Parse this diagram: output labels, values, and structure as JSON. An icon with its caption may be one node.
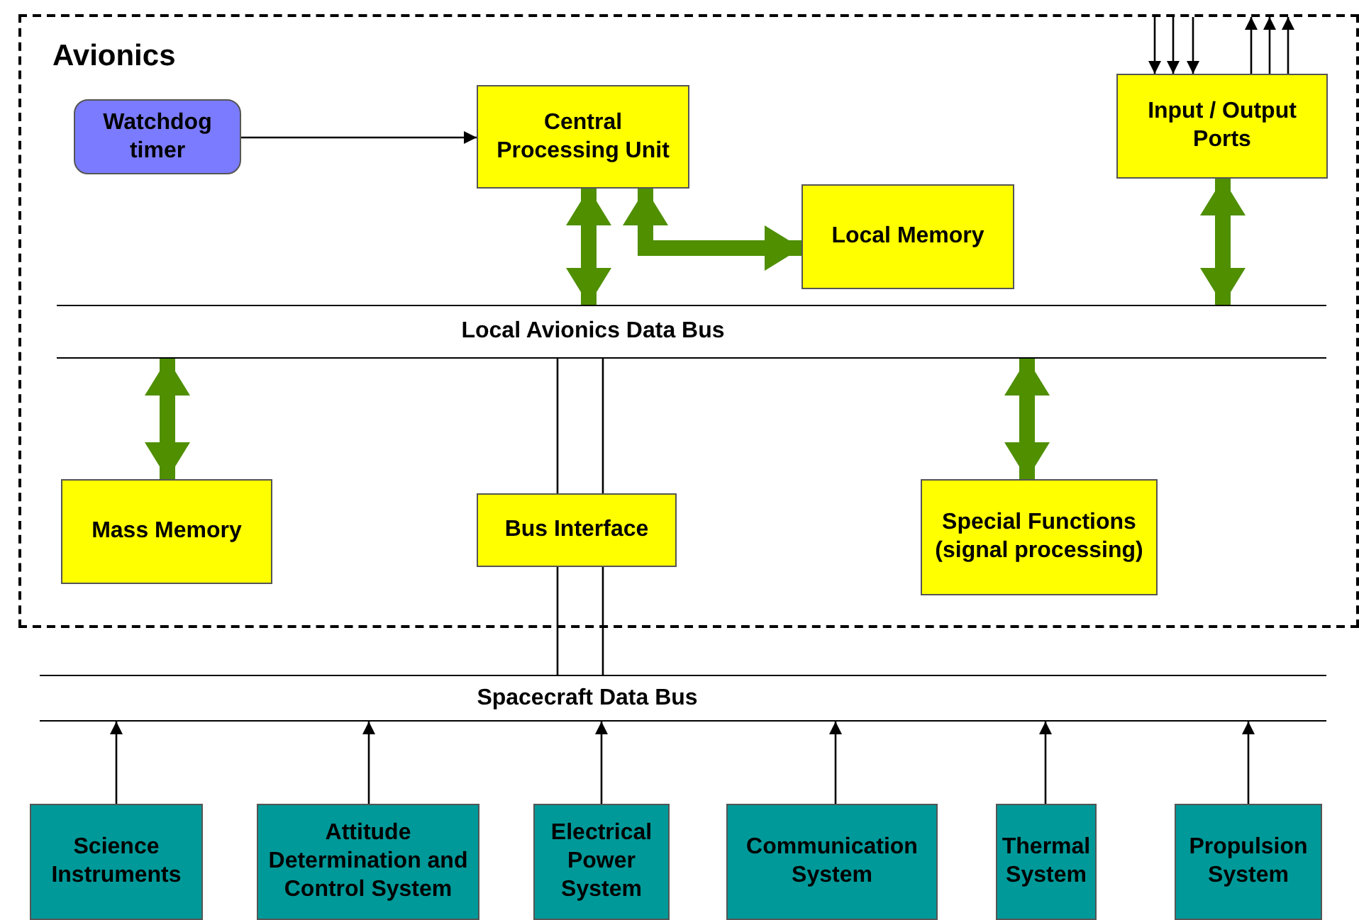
{
  "diagram": {
    "nodes": [
      {
        "text": [
          "Avionics"
        ]
      },
      {
        "text": [
          "Watchdog timer"
        ],
        "in": 0
      },
      {
        "text": [
          "Central Processing Unit"
        ],
        "in": 0
      },
      {
        "text": [
          "Local Memory"
        ],
        "in": 0
      },
      {
        "text": [
          "Input / Output Ports"
        ],
        "in": 0
      },
      {
        "text": [
          "Local Avionics Data Bus"
        ],
        "in": 0
      },
      {
        "text": [
          "Mass Memory"
        ],
        "in": 0
      },
      {
        "text": [
          "Bus Interface"
        ],
        "in": 0
      },
      {
        "text": [
          "Special Functions (signal processing)"
        ],
        "in": 0
      },
      {
        "text": [
          "Spacecraft Data Bus"
        ]
      },
      {
        "text": [
          "Science Instruments"
        ]
      },
      {
        "text": [
          "Attitude Determination and Control System"
        ]
      },
      {
        "text": [
          "Electrical Power System"
        ]
      },
      {
        "text": [
          "Communication System"
        ]
      },
      {
        "text": [
          "Thermal System"
        ]
      },
      {
        "text": [
          "Propulsion System"
        ]
      }
    ],
    "edges": [
      {
        "from": 1,
        "to": 2,
        "arrow": "to"
      },
      {
        "from": 2,
        "to": 3,
        "arrow": "both",
        "style": "thick",
        "color": "#4f8f00"
      },
      {
        "from": 2,
        "to": 5,
        "arrow": "both",
        "style": "thick",
        "color": "#4f8f00"
      },
      {
        "from": 4,
        "to": 5,
        "arrow": "both",
        "style": "thick",
        "color": "#4f8f00"
      },
      {
        "from": 5,
        "to": 6,
        "arrow": "both",
        "style": "thick",
        "color": "#4f8f00"
      },
      {
        "from": 5,
        "to": 8,
        "arrow": "both",
        "style": "thick",
        "color": "#4f8f00"
      },
      {
        "from": 5,
        "to": 7,
        "arrow": "none"
      },
      {
        "from": 7,
        "to": 9,
        "arrow": "none"
      },
      {
        "from": null,
        "to": 4,
        "arrow": "to"
      },
      {
        "from": null,
        "to": 4,
        "arrow": "to"
      },
      {
        "from": null,
        "to": 4,
        "arrow": "to"
      },
      {
        "from": 4,
        "to": null,
        "arrow": "to"
      },
      {
        "from": 4,
        "to": null,
        "arrow": "to"
      },
      {
        "from": 4,
        "to": null,
        "arrow": "to"
      },
      {
        "from": 10,
        "to": 9,
        "arrow": "to"
      },
      {
        "from": 11,
        "to": 9,
        "arrow": "to"
      },
      {
        "from": 12,
        "to": 9,
        "arrow": "to"
      },
      {
        "from": 13,
        "to": 9,
        "arrow": "to"
      },
      {
        "from": 14,
        "to": 9,
        "arrow": "to"
      },
      {
        "from": 15,
        "to": 9,
        "arrow": "to"
      }
    ]
  }
}
